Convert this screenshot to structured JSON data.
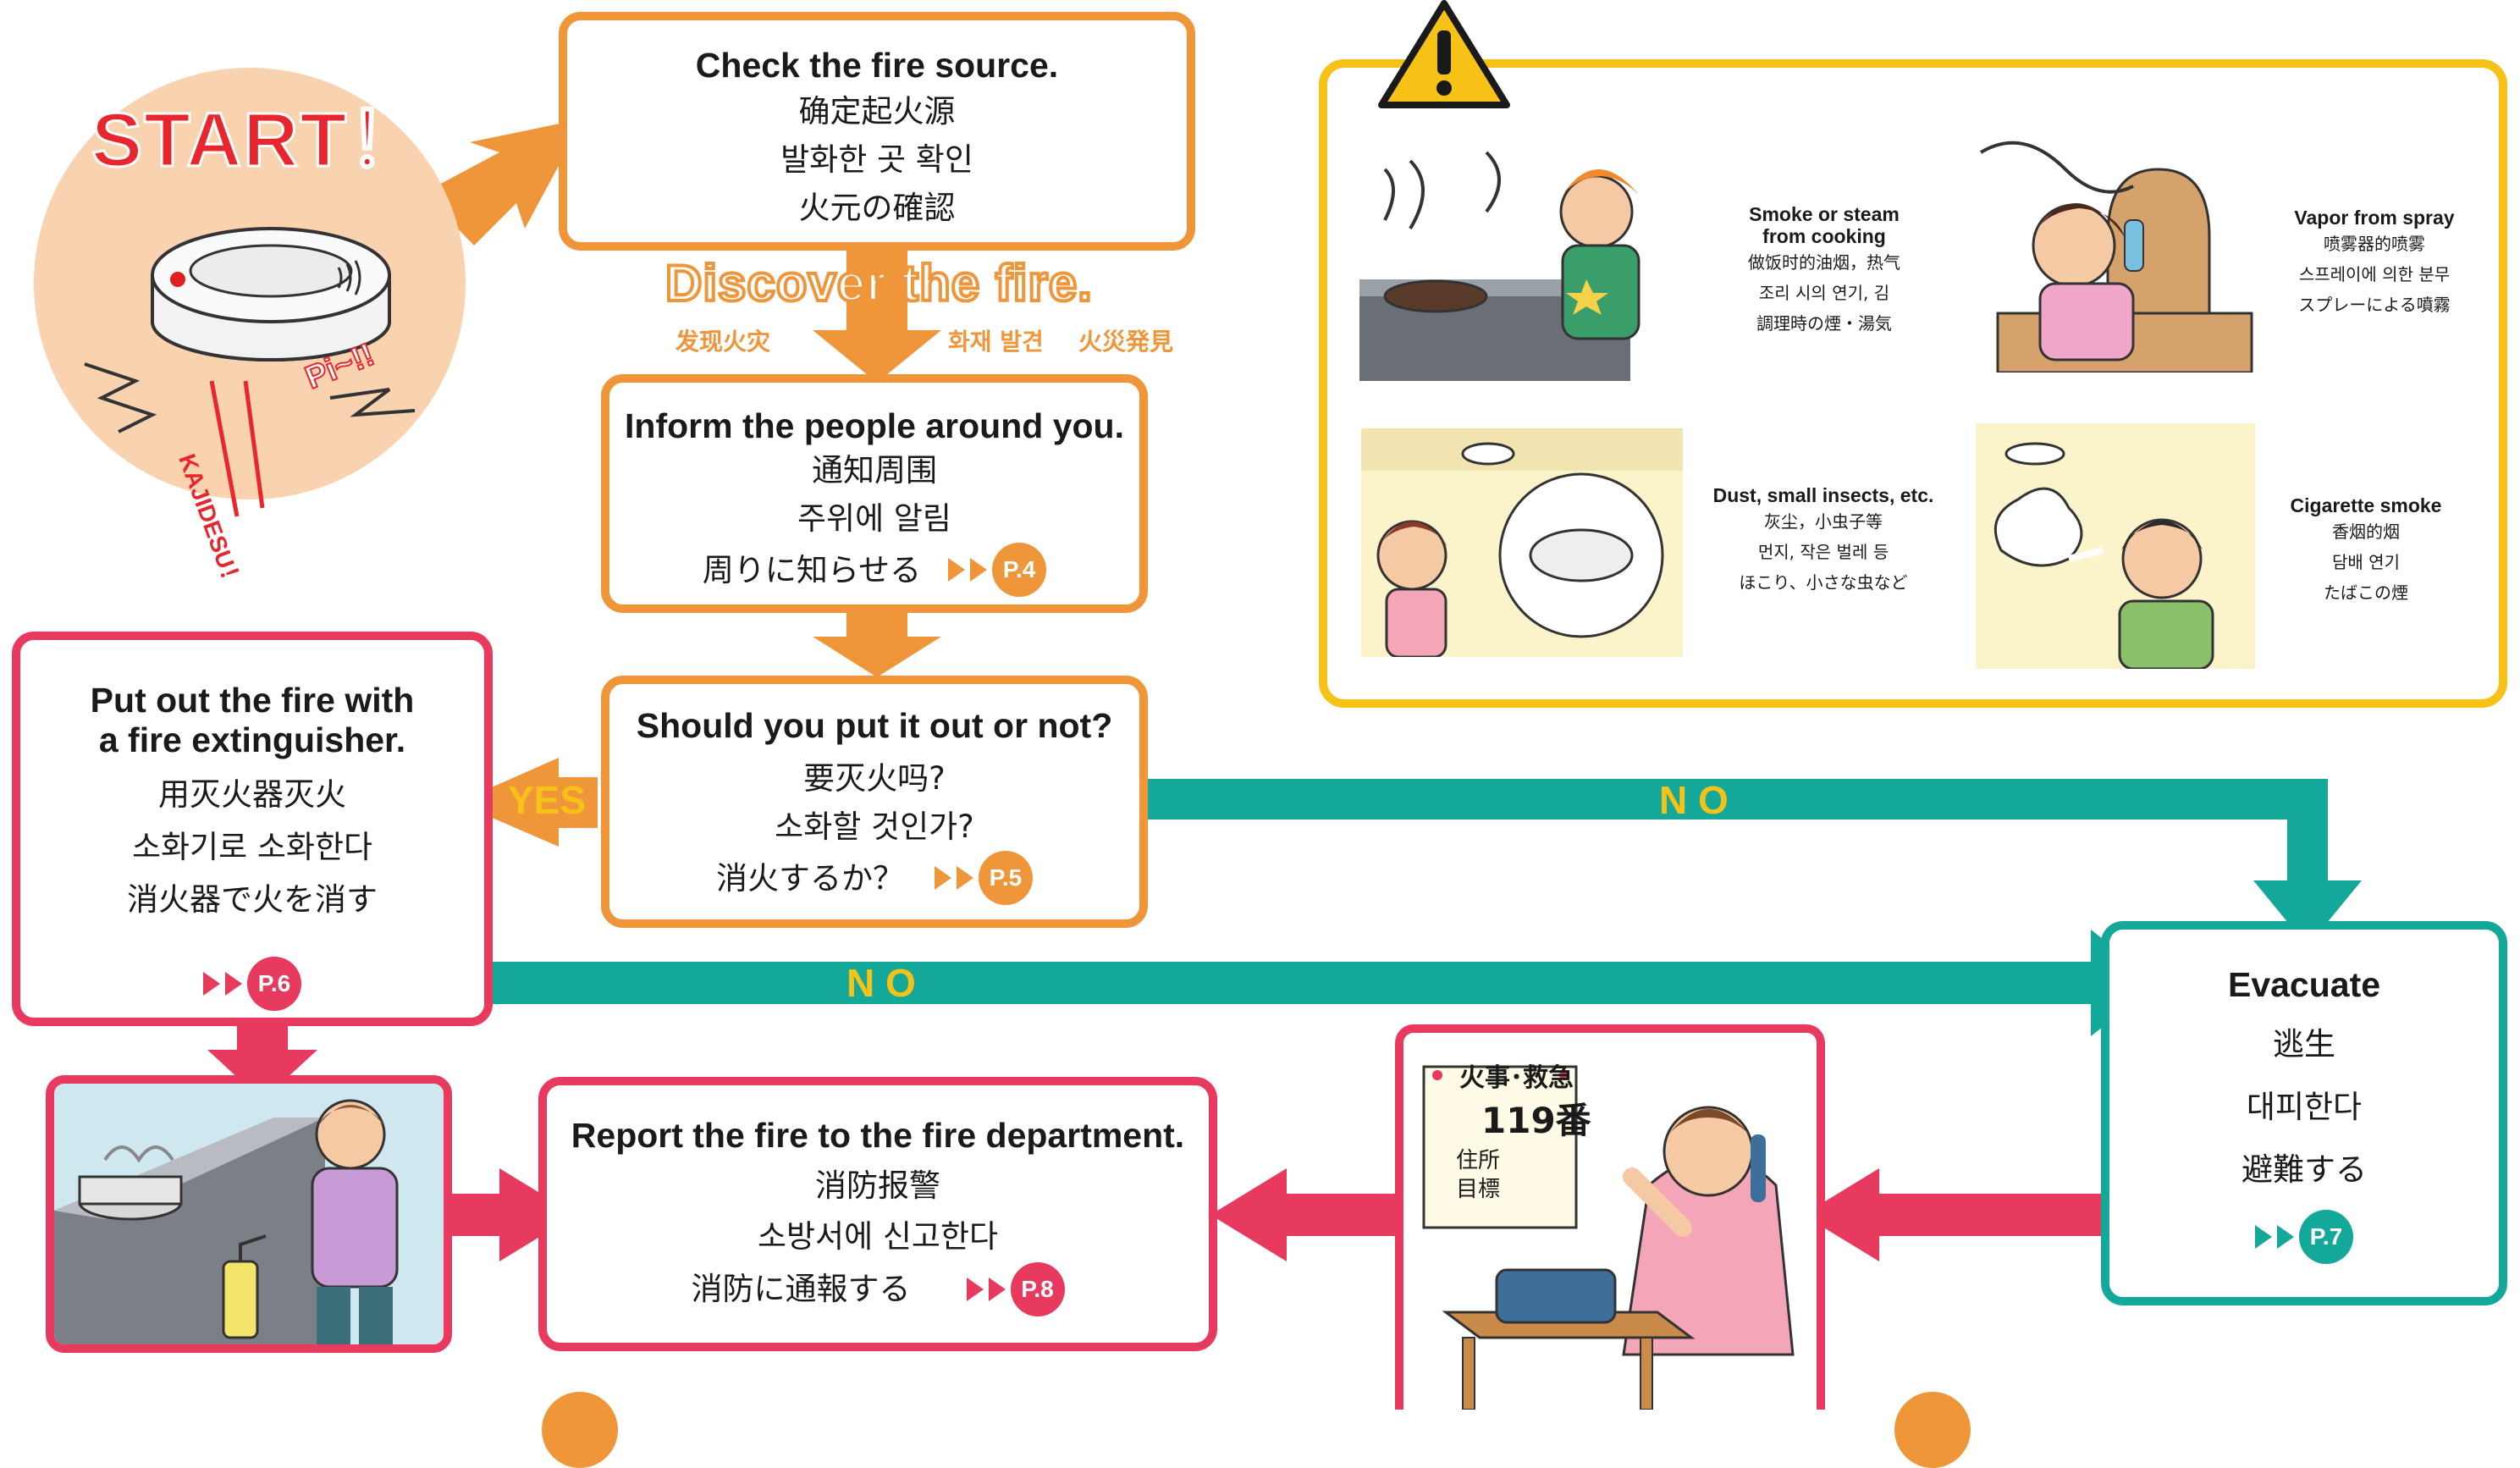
{
  "start": {
    "title": "START！",
    "sound1": "Pi~!!",
    "sound2": "KAJIDESU！"
  },
  "discover": {
    "title": "Discover the fire.",
    "zh": "发现火灾",
    "ko": "화재 발견",
    "ja": "火災発見"
  },
  "check": {
    "en": "Check the fire source.",
    "zh": "确定起火源",
    "ko": "발화한 곳 확인",
    "ja": "火元の確認"
  },
  "inform": {
    "en": "Inform the people around you.",
    "zh": "通知周围",
    "ko": "주위에 알림",
    "ja": "周りに知らせる",
    "page": "P.4"
  },
  "decide": {
    "en": "Should you put it out or not?",
    "zh": "要灭火吗?",
    "ko": "소화할 것인가?",
    "ja": "消火するか？",
    "page": "P.5"
  },
  "yes_label": "YES",
  "no_label": "N O",
  "no_label2": "N O",
  "extinguish": {
    "en1": "Put out the fire with",
    "en2": "a fire extinguisher.",
    "zh": "用灭火器灭火",
    "ko": "소화기로 소화한다",
    "ja": "消火器で火を消す",
    "page": "P.6"
  },
  "evacuate": {
    "en": "Evacuate",
    "zh": "逃生",
    "ko": "대피한다",
    "ja": "避難する",
    "page": "P.7"
  },
  "report": {
    "en": "Report the fire to the fire department.",
    "zh": "消防报警",
    "ko": "소방서에 신고한다",
    "ja": "消防に通報する",
    "page": "P.8"
  },
  "poster": {
    "line1": "火事･救急",
    "line2": "119番",
    "addr": "住所",
    "mark": "目標"
  },
  "causes": [
    {
      "en1": "Smoke or steam",
      "en2": "from cooking",
      "zh": "做饭时的油烟，热气",
      "ko": "조리 시의 연기, 김",
      "ja": "調理時の煙・湯気"
    },
    {
      "en1": "Vapor from spray",
      "en2": "",
      "zh": "喷雾器的喷雾",
      "ko": "스프레이에 의한 분무",
      "ja": "スプレーによる噴霧"
    },
    {
      "en1": "Dust, small insects, etc.",
      "en2": "",
      "zh": "灰尘，小虫子等",
      "ko": "먼지, 작은 벌레 등",
      "ja": "ほこり、小さな虫など"
    },
    {
      "en1": "Cigarette smoke",
      "en2": "",
      "zh": "香烟的烟",
      "ko": "담배 연기",
      "ja": "たばこの煙"
    }
  ],
  "colors": {
    "orange": "#f0963a",
    "pink": "#e8395f",
    "teal": "#14a89a",
    "yellow": "#f6c218"
  }
}
